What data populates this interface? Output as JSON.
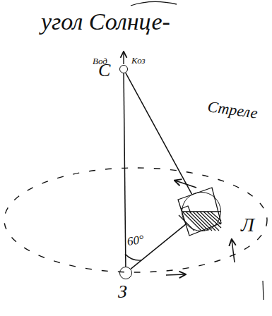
{
  "diagram": {
    "title": "угол Солнце-",
    "nodes": [
      {
        "text": [
          "С"
        ]
      },
      {
        "text": [
          "Л"
        ]
      },
      {
        "text": [
          "З"
        ]
      }
    ],
    "edges": [
      {
        "from": 0,
        "to": 2,
        "arrow": "none"
      },
      {
        "from": 2,
        "to": 1,
        "arrow": "none"
      },
      {
        "from": 0,
        "to": 1,
        "arrow": "none"
      }
    ],
    "labels": [
      "Вод",
      "Коз",
      "Стреле",
      "60°"
    ]
  }
}
